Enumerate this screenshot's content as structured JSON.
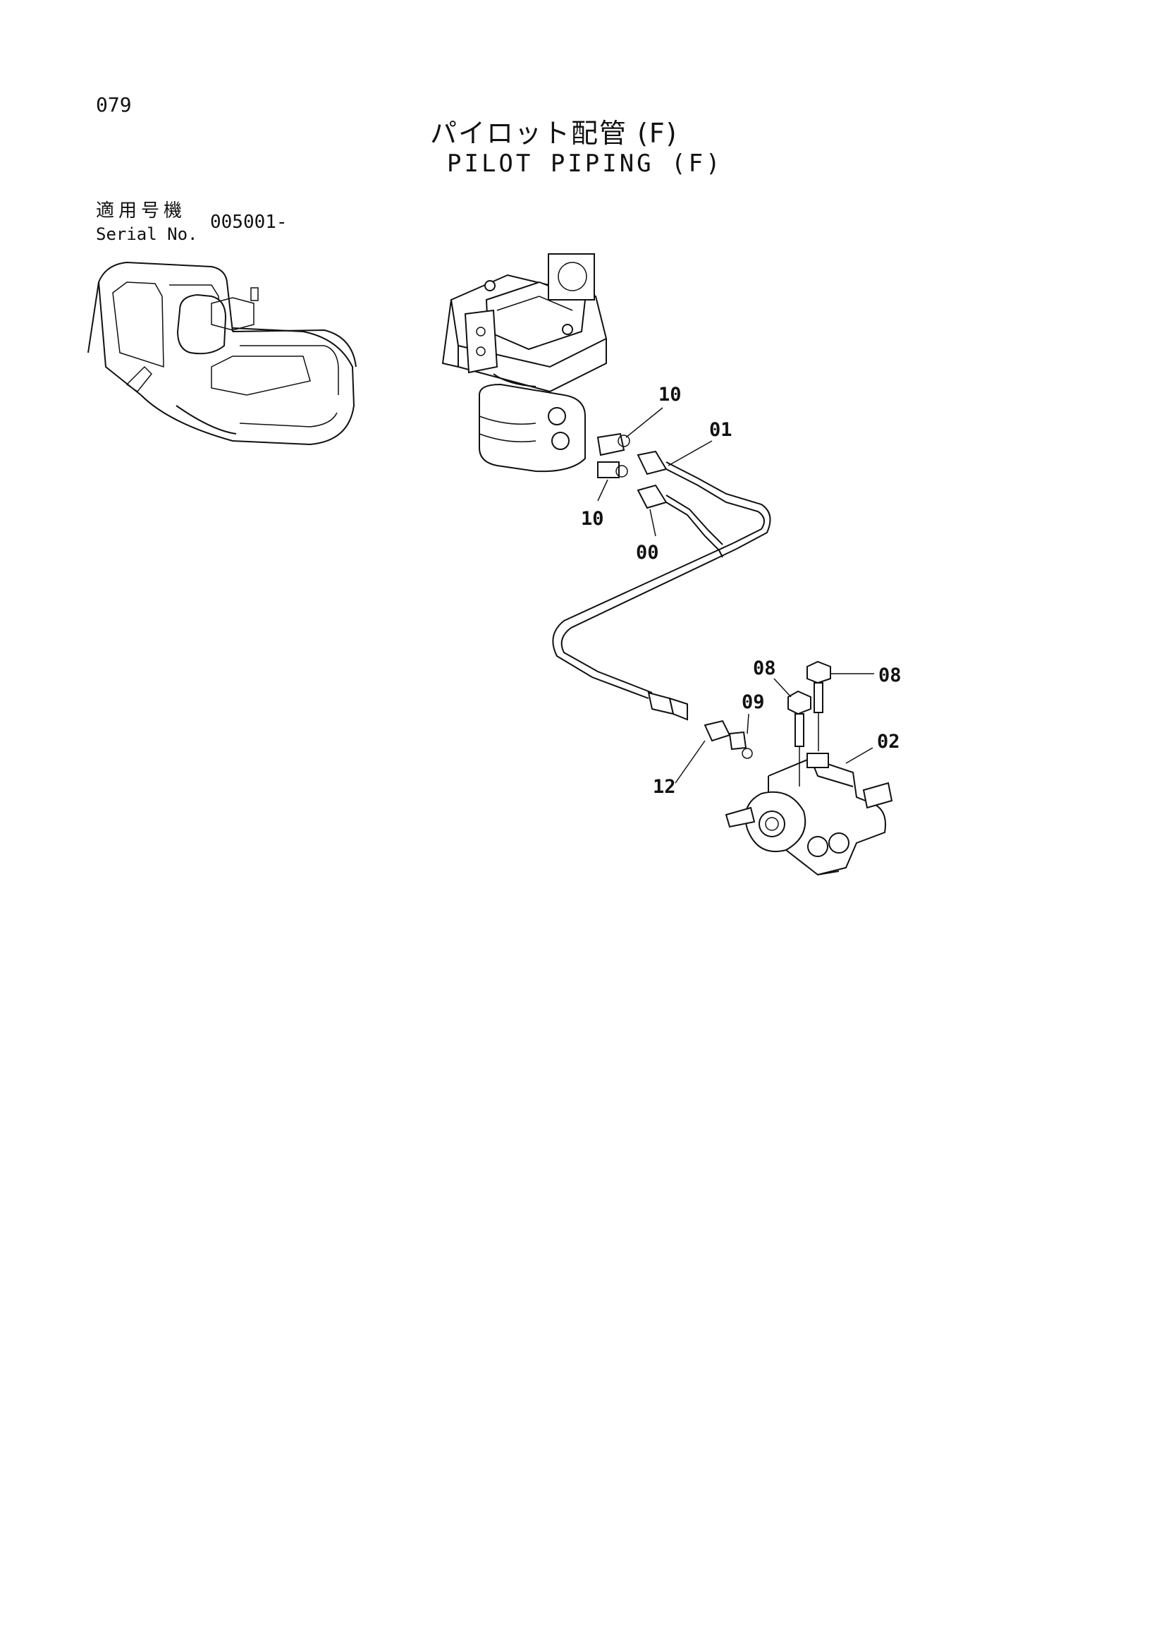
{
  "page": {
    "number": "079"
  },
  "title": {
    "jp": "パイロット配管 (F)",
    "en": "PILOT PIPING (F)"
  },
  "serial": {
    "label_jp": "適用号機",
    "label_en": "Serial No.",
    "value": "005001-"
  },
  "callouts": {
    "c10a": "10",
    "c10b": "10",
    "c01": "01",
    "c00": "00",
    "c08a": "08",
    "c08b": "08",
    "c09": "09",
    "c02": "02",
    "c12": "12"
  }
}
